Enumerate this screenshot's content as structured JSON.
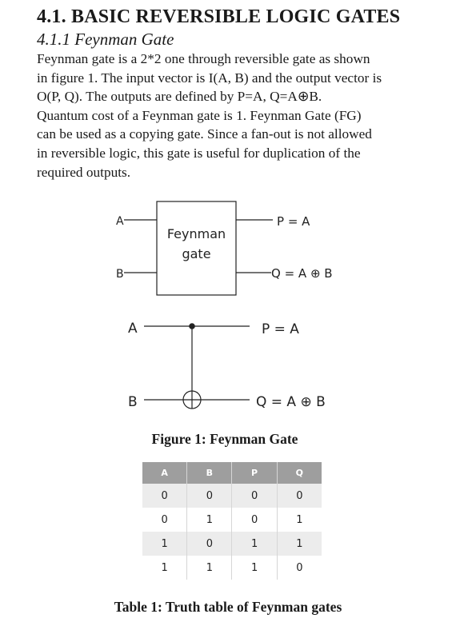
{
  "section": {
    "heading": "4.1. BASIC REVERSIBLE LOGIC GATES",
    "subheading": "4.1.1 Feynman Gate"
  },
  "paragraph": {
    "lines": [
      "Feynman gate is a 2*2 one through reversible gate as shown",
      "in figure 1. The input vector is I(A, B) and the output vector is",
      "O(P, Q). The outputs are defined by P=A, Q=A⊕B.",
      "Quantum cost of a Feynman gate is 1. Feynman Gate (FG)",
      "can be used as a copying gate. Since a fan-out is not allowed",
      "in reversible logic, this gate is useful for duplication of the",
      "required outputs."
    ]
  },
  "block_diagram": {
    "input_a": "A",
    "input_b": "B",
    "gate_label_line1": "Feynman",
    "gate_label_line2": "gate",
    "output_p": "P = A",
    "output_q": "Q = A ⊕ B"
  },
  "circuit_diagram": {
    "input_a": "A",
    "input_b": "B",
    "output_p": "P = A",
    "output_q": "Q = A ⊕ B"
  },
  "figure_caption": "Figure 1: Feynman Gate",
  "truth_table": {
    "headers": [
      "A",
      "B",
      "P",
      "Q"
    ],
    "rows": [
      [
        "0",
        "0",
        "0",
        "0"
      ],
      [
        "0",
        "1",
        "0",
        "1"
      ],
      [
        "1",
        "0",
        "1",
        "1"
      ],
      [
        "1",
        "1",
        "1",
        "0"
      ]
    ],
    "header_color": "#9e9e9e",
    "stripe_color": "#ececec"
  },
  "table_caption": "Table 1: Truth table of Feynman gates"
}
